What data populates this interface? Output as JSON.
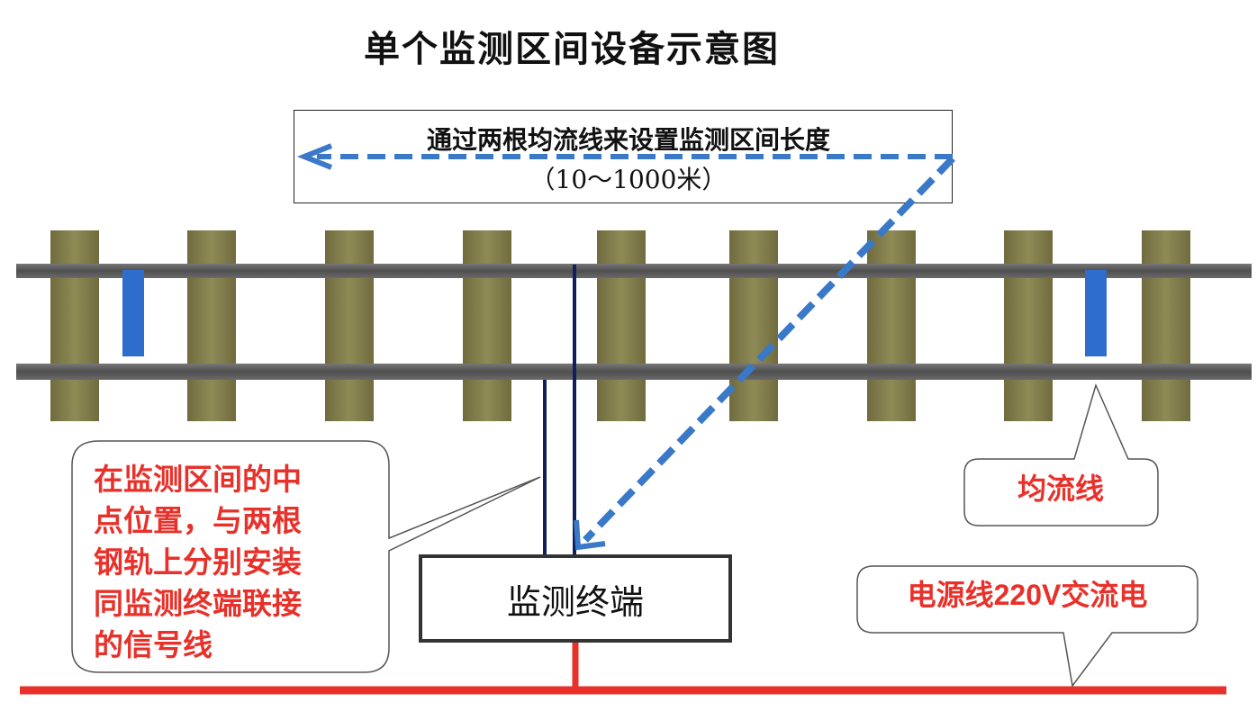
{
  "title": "单个监测区间设备示意图",
  "length_note": {
    "line1": "通过两根均流线来设置监测区间长度",
    "line2": "（10～1000米）"
  },
  "terminal": {
    "label": "监测终端"
  },
  "signal_callout": {
    "lines": [
      "在监测区间的中",
      "点位置，与两根",
      "钢轨上分别安装",
      "同监测终端联接",
      "的信号线"
    ]
  },
  "equalizer_callout": {
    "label": "均流线"
  },
  "power_callout": {
    "prefix": "电源线",
    "voltage": "220V",
    "suffix": "交流电"
  },
  "colors": {
    "sleeper": "#8a8652",
    "rail": "#5b5b5b",
    "equalizer": "#2f6dcc",
    "dashed_arrow": "#3a78c8",
    "signal_wire": "#0f1f5c",
    "power_line": "#e8312a",
    "callout_text": "#e8312a"
  },
  "icons": [
    "dashed-arrow-left",
    "dashed-arrow-diagonal"
  ]
}
